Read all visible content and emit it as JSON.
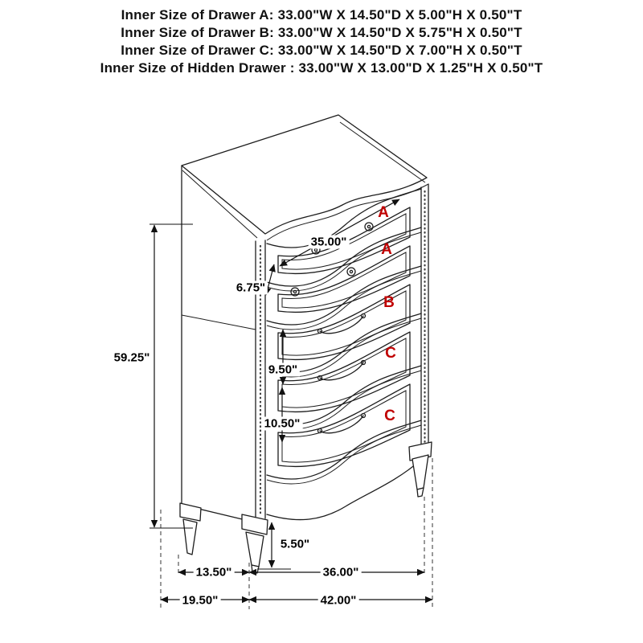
{
  "header": {
    "lines": [
      "Inner Size of Drawer A: 33.00\"W X 14.50\"D X 5.00\"H X 0.50\"T",
      "Inner Size of Drawer B: 33.00\"W X 14.50\"D X 5.75\"H X 0.50\"T",
      "Inner Size of Drawer C: 33.00\"W X 14.50\"D X 7.00\"H X 0.50\"T",
      "Inner Size of Hidden Drawer : 33.00\"W X 13.00\"D X 1.25\"H X 0.50\"T"
    ]
  },
  "dimensions": {
    "total_height": "59.25\"",
    "drawer_front_width": "35.00\"",
    "drawer_a_front_height": "6.75\"",
    "drawer_c1_front_height": "9.50\"",
    "drawer_c2_front_height": "10.50\"",
    "leg_height": "5.50\"",
    "depth_body": "13.50\"",
    "width_body": "36.00\"",
    "depth_total": "19.50\"",
    "width_total": "42.00\""
  },
  "drawer_letters": [
    "A",
    "A",
    "B",
    "C",
    "C"
  ],
  "colors": {
    "accent_red": "#c00000",
    "line_color": "#1d1d1d"
  }
}
